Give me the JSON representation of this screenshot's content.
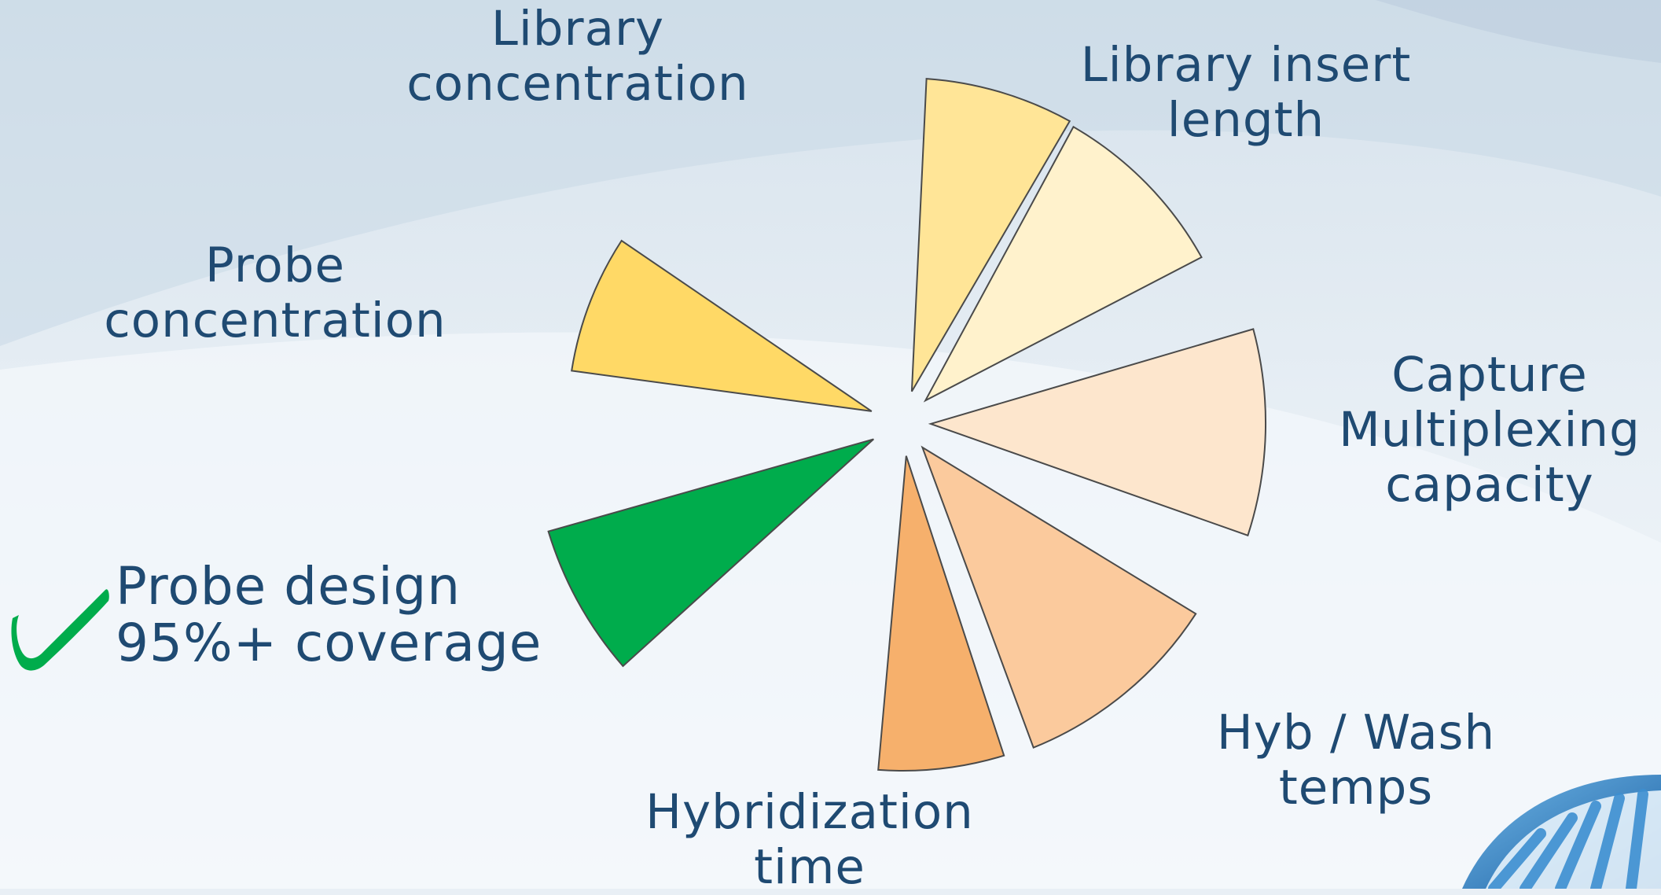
{
  "diagram": {
    "segments": [
      {
        "id": "library-concentration",
        "lines": [
          "Library",
          "concentration"
        ],
        "color": "#ffe597",
        "highlighted": false
      },
      {
        "id": "library-insert-length",
        "lines": [
          "Library insert",
          "length"
        ],
        "color": "#fff2cc",
        "highlighted": false
      },
      {
        "id": "capture-multiplexing",
        "lines": [
          "Capture",
          "Multiplexing",
          "capacity"
        ],
        "color": "#fde6cd",
        "highlighted": false
      },
      {
        "id": "hyb-wash-temps",
        "lines": [
          "Hyb / Wash",
          "temps"
        ],
        "color": "#fbca9d",
        "highlighted": false
      },
      {
        "id": "hybridization-time",
        "lines": [
          "Hybridization",
          "time"
        ],
        "color": "#f6b06c",
        "highlighted": false
      },
      {
        "id": "probe-design",
        "lines": [
          "Probe design",
          "95%+ coverage"
        ],
        "color": "#00ac4c",
        "highlighted": true
      },
      {
        "id": "probe-concentration",
        "lines": [
          "Probe",
          "concentration"
        ],
        "color": "#ffd966",
        "highlighted": false
      }
    ],
    "check_color": "#00ac4c",
    "text_color": "#1f4a72",
    "stroke_color": "#4a4a4a"
  }
}
